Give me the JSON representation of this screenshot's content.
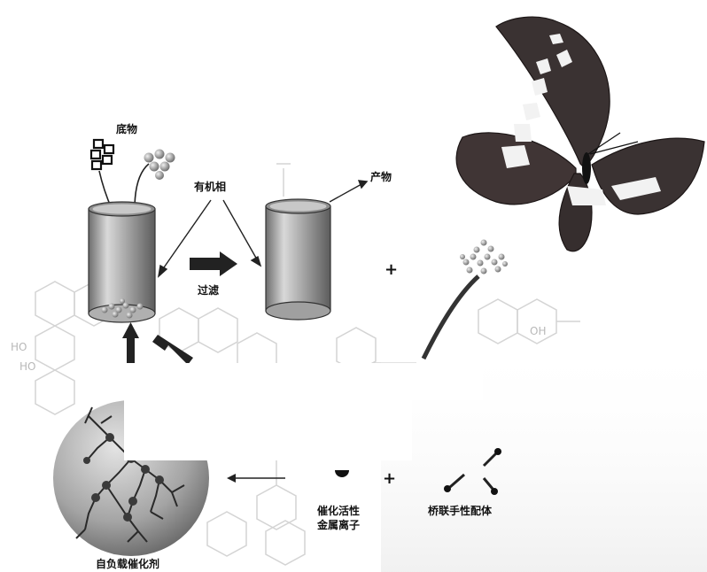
{
  "labels": {
    "substrate": "底物",
    "organic_phase": "有机相",
    "filter": "过滤",
    "product": "产物",
    "plus_1": "+",
    "plus_2": "+",
    "metal_ion_line1": "催化活性",
    "metal_ion_line2": "金属离子",
    "chiral_ligand": "桥联手性配体",
    "catalyst": "自负载催化剂",
    "oh_left_1": "HO",
    "oh_left_2": "HO",
    "oh_right": "OH"
  },
  "colors": {
    "arrow_dark": "#222222",
    "cylinder_gray": "#9a9a9a",
    "sphere_gray": "#a8a8a8",
    "butterfly_dark": "#3a3232",
    "butterfly_white": "#f2f2f2",
    "structure_line": "#d2d2d2"
  },
  "icons": [
    "substrate-squares-icon",
    "substrate-balls-icon",
    "butterfly-icon",
    "catalyst-sphere-icon"
  ]
}
